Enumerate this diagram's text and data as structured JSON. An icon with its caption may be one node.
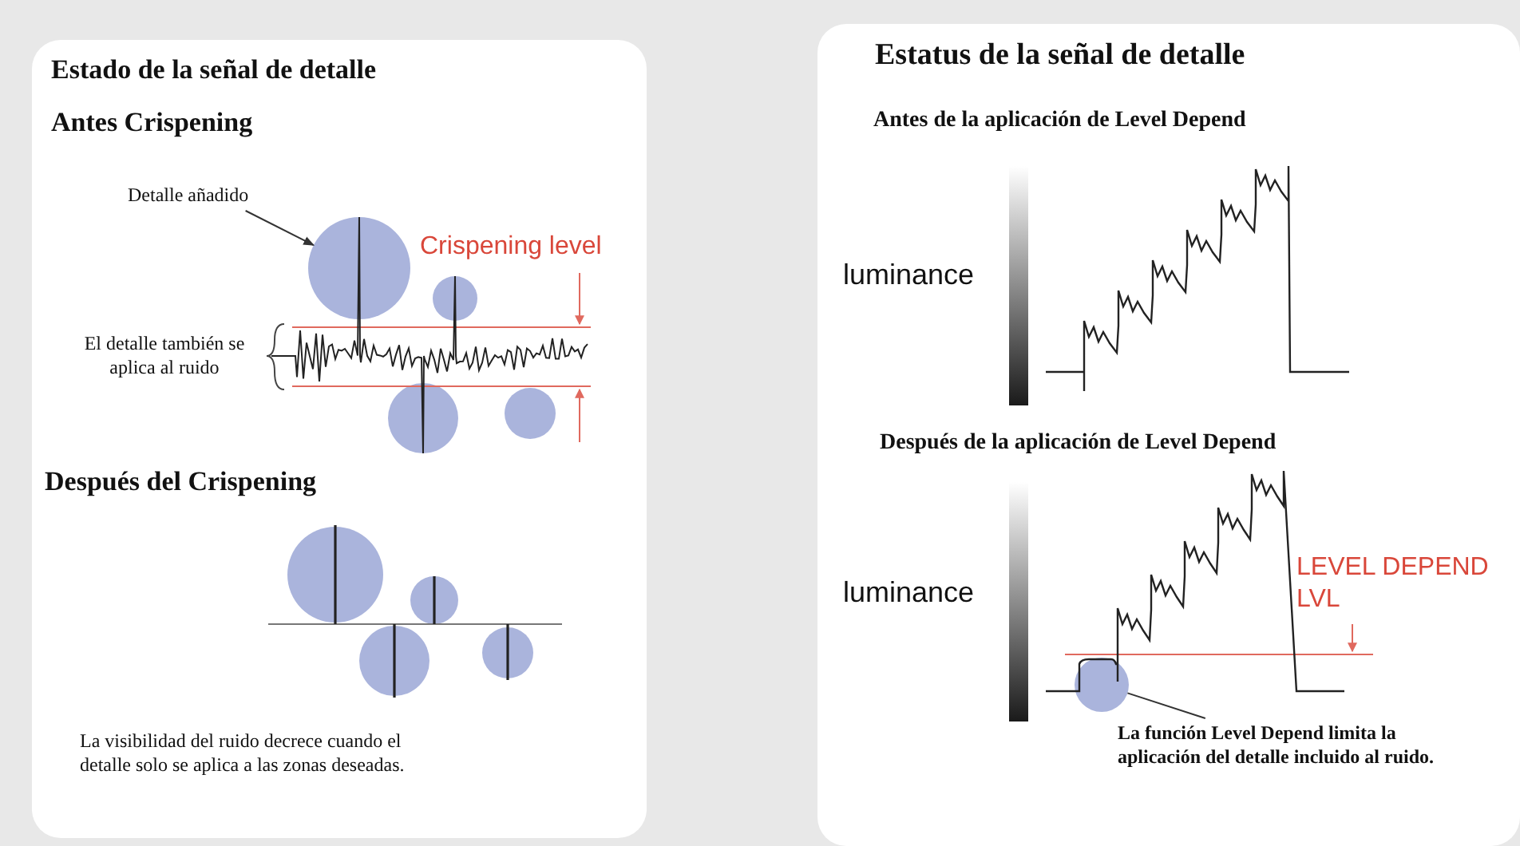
{
  "diagram": {
    "nodes": [
      {
        "text": [
          "Estado de la señal de detalle"
        ]
      },
      {
        "text": [
          "Estatus de la señal de detalle"
        ]
      },
      {
        "text": [
          "Detalle añadido"
        ],
        "in": 0
      },
      {
        "text": [],
        "shape": "circle",
        "in": 0
      },
      {
        "text": [
          "La función Level Depend limita la aplicación del detalle incluido al ruido."
        ],
        "in": 1
      },
      {
        "text": [],
        "shape": "circle",
        "in": 1
      }
    ],
    "edges": [
      {
        "from": 2,
        "to": 3,
        "arrow": "to"
      },
      {
        "from": 4,
        "to": 5,
        "arrow": "none"
      }
    ],
    "labels": [
      "Antes Crispening",
      "Crispening level",
      "El detalle también se aplica al ruido",
      "Después del Crispening",
      "La visibilidad del ruido decrece cuando el detalle solo se aplica a las zonas deseadas.",
      "Antes de la aplicación de Level Depend",
      "luminance",
      "Después de la aplicación de Level Depend",
      "luminance",
      "LEVEL DEPEND LVL"
    ]
  }
}
